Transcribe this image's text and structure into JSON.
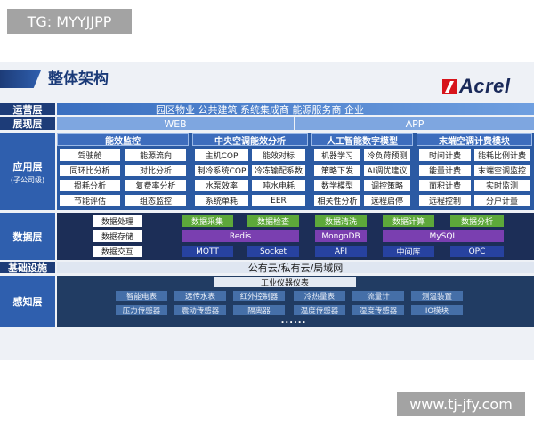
{
  "watermark_top": "TG: MYYJJPP",
  "watermark_bottom": "www.tj-jfy.com",
  "diagram": {
    "title": "整体架构",
    "logo_text": "Acrel",
    "operation": {
      "label": "运营层",
      "text": "园区物业 公共建筑 系统集成商 能源服务商 企业"
    },
    "presentation": {
      "label": "展现层",
      "items": [
        "WEB",
        "APP"
      ]
    },
    "application": {
      "label": "应用层",
      "sublabel": "(子公司级)",
      "groups": [
        {
          "title": "能效监控",
          "items": [
            "驾驶舱",
            "能源流向",
            "同环比分析",
            "对比分析",
            "损耗分析",
            "复费率分析",
            "节能评估",
            "组态监控"
          ]
        },
        {
          "title": "中央空调能效分析",
          "items": [
            "主机COP",
            "能效对标",
            "制冷系统COP",
            "冷冻输配系数",
            "水泵效率",
            "吨水电耗",
            "系统单耗",
            "EER"
          ]
        },
        {
          "title": "人工智能数字模型",
          "items": [
            "机器学习",
            "冷负荷预测",
            "策略下发",
            "AI调优建议",
            "数学模型",
            "调控策略",
            "相关性分析",
            "远程启停"
          ]
        },
        {
          "title": "末端空调计费模块",
          "items": [
            "时间计费",
            "能耗比例计费",
            "能量计费",
            "末端空调监控",
            "面积计费",
            "实时监测",
            "远程控制",
            "分户计量"
          ]
        }
      ]
    },
    "data": {
      "label": "数据层",
      "functions": [
        "数据处理",
        "数据存储",
        "数据交互"
      ],
      "processes": [
        "数据采集",
        "数据检查",
        "数据清洗",
        "数据计算",
        "数据分析"
      ],
      "storage": [
        "Redis",
        "MongoDB",
        "MySQL"
      ],
      "interfaces": [
        "MQTT",
        "Socket",
        "API",
        "中间库",
        "OPC"
      ]
    },
    "infrastructure": {
      "label": "基础设施",
      "text": "公有云/私有云/局域网"
    },
    "perception": {
      "label": "感知层",
      "header": "工业仪器仪表",
      "devices": [
        "智能电表",
        "远传水表",
        "红外控制器",
        "冷热量表",
        "流量计",
        "测温装置",
        "压力传感器",
        "震动传感器",
        "隔离器",
        "温度传感器",
        "湿度传感器",
        "IO模块"
      ],
      "more": "......"
    }
  },
  "colors": {
    "diagram_bg": "#eef1f6",
    "title": "#1a3a78",
    "label_dark": "#1d3c78",
    "label_blue": "#2f5fae",
    "presentation": "#7ea6e0",
    "app_bg": "#2b5aa3",
    "app_header": "#3d6dbd",
    "data_bg": "#1c2e57",
    "process_green": "#5da83a",
    "storage_purple": "#7a3fb0",
    "interface_blue": "#2742a0",
    "infra_bg": "#dfe6f1",
    "perception_bg": "#213c63",
    "device_blue": "#456fa8",
    "logo_red": "#d7141b",
    "logo_text": "#1a2a5a",
    "watermark_gray": "#a3a3a3"
  }
}
